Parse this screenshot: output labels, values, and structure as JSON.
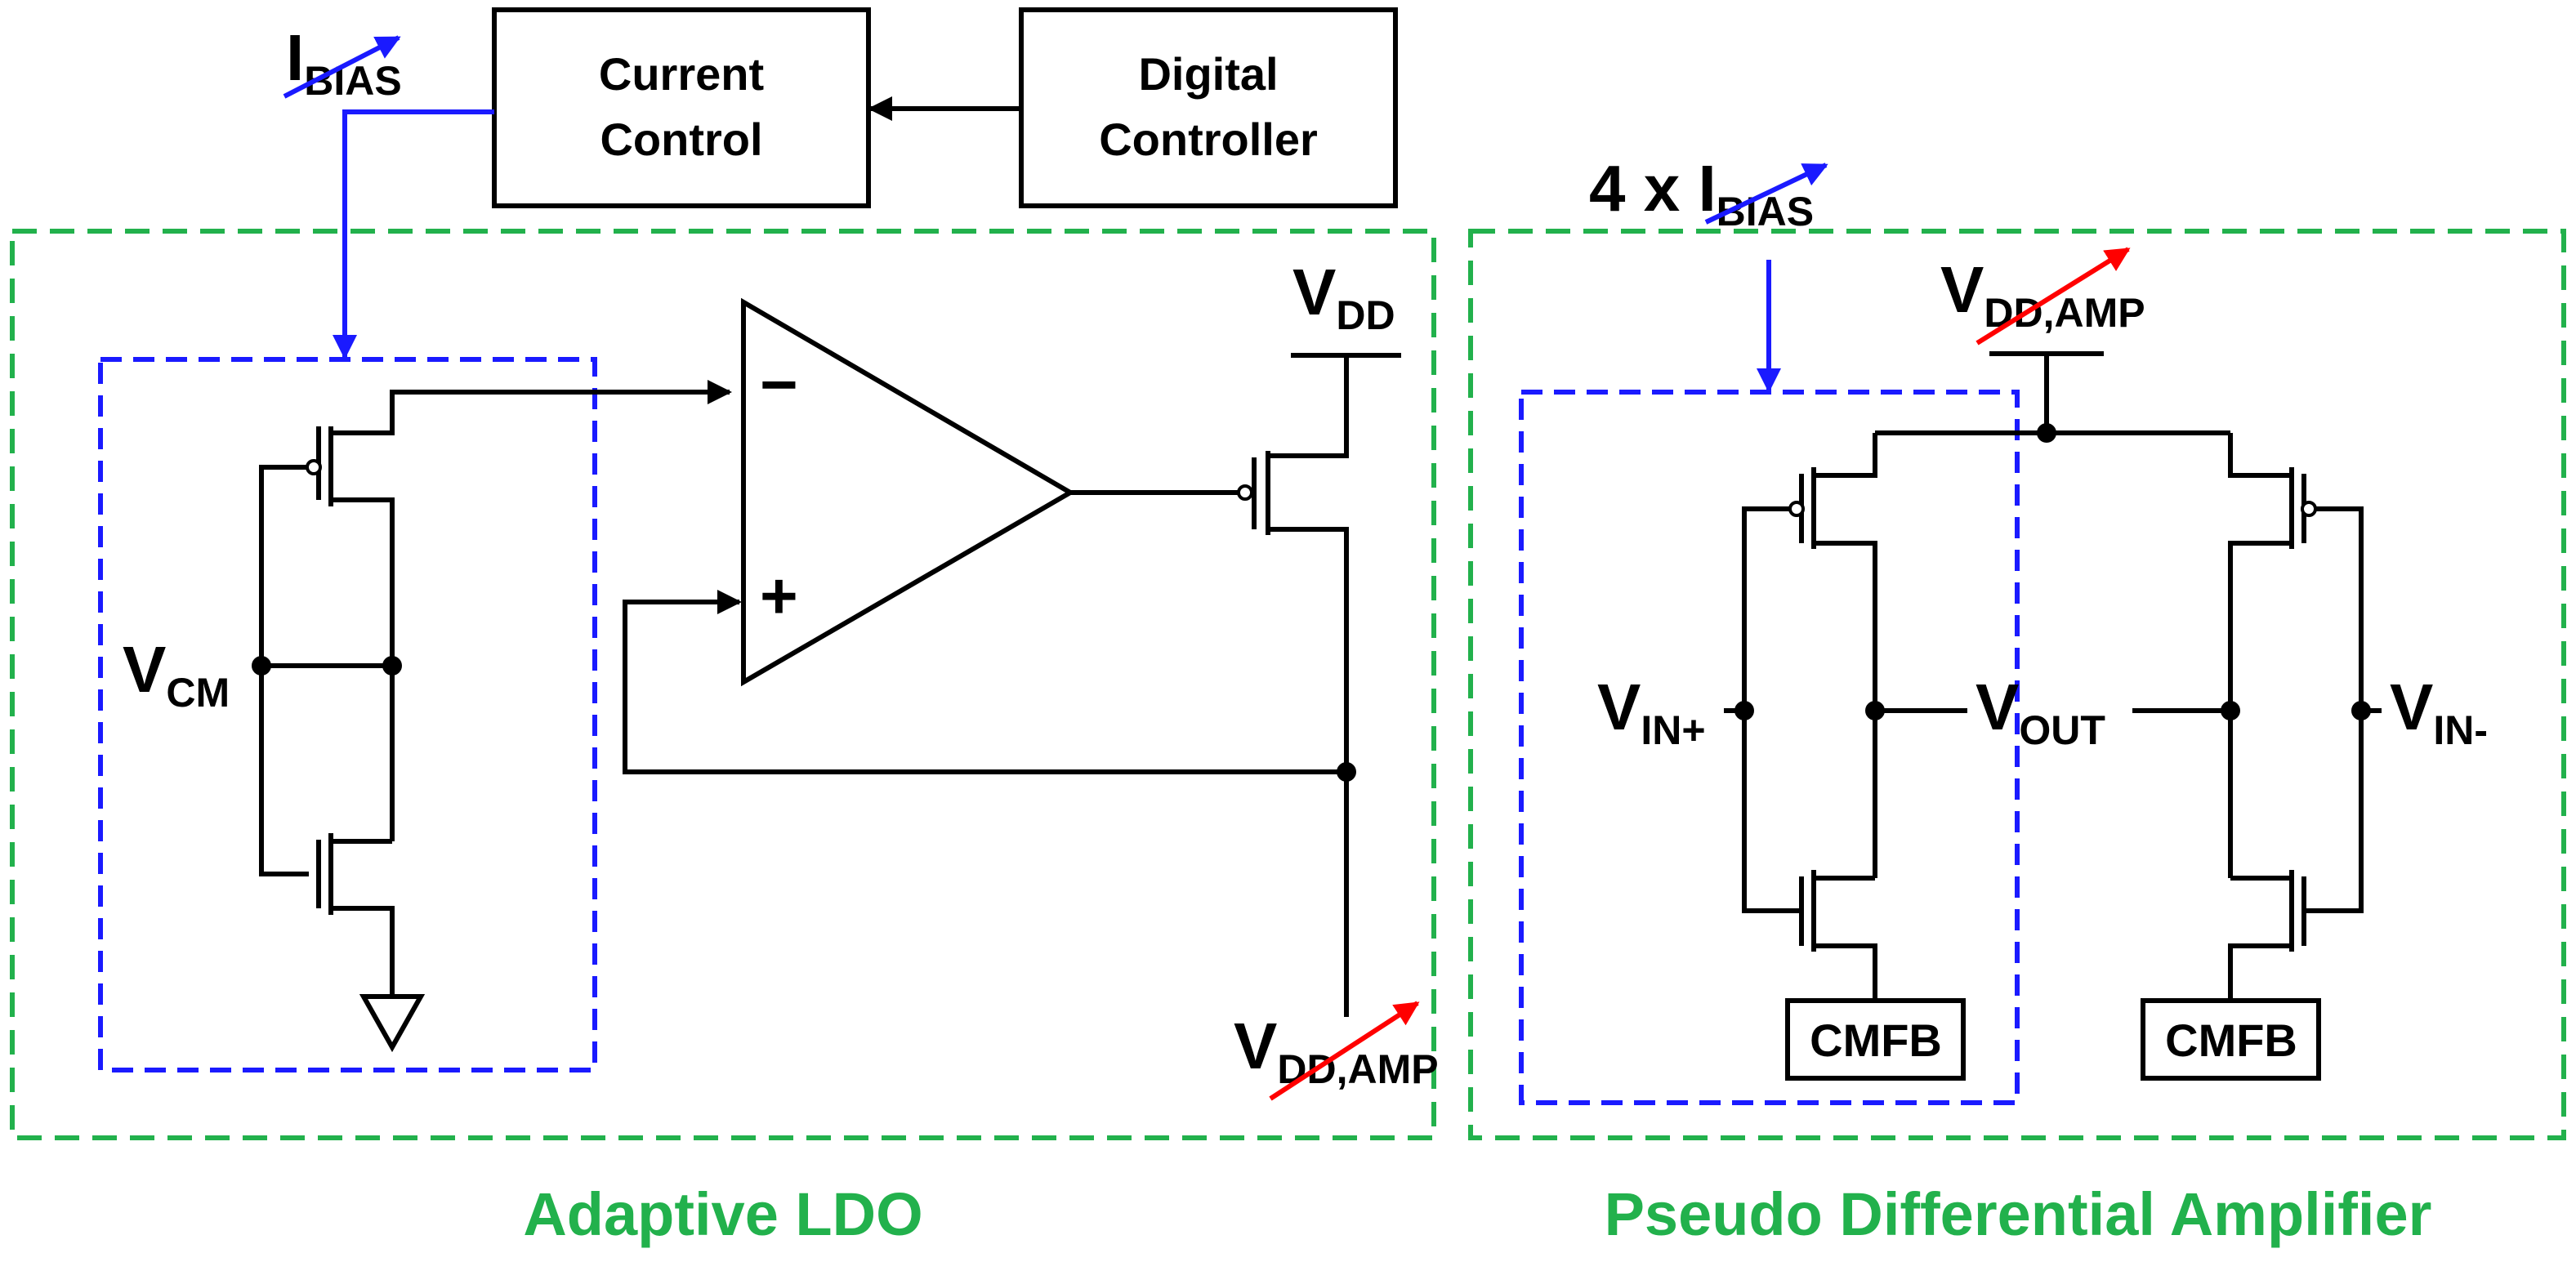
{
  "colors": {
    "wire": "#000000",
    "bias": "#1a1aff",
    "supply": "#ff0000",
    "region": "#22b14c"
  },
  "blocks": {
    "current_control": [
      "Current",
      "Control"
    ],
    "digital_controller": [
      "Digital",
      "Controller"
    ],
    "cmfb_left": "CMFB",
    "cmfb_right": "CMFB"
  },
  "labels": {
    "ibias": {
      "main": "I",
      "sub": "BIAS"
    },
    "ibias4": {
      "prefix": "4 x ",
      "main": "I",
      "sub": "BIAS"
    },
    "vdd": {
      "main": "V",
      "sub": "DD"
    },
    "vcm": {
      "main": "V",
      "sub": "CM"
    },
    "vdd_amp_ldo": {
      "main": "V",
      "sub": "DD,AMP"
    },
    "vdd_amp_top": {
      "main": "V",
      "sub": "DD,AMP"
    },
    "vin_plus": {
      "main": "V",
      "sub": "IN+"
    },
    "vout": {
      "main": "V",
      "sub": "OUT"
    },
    "vin_minus": {
      "main": "V",
      "sub": "IN-"
    },
    "opamp_minus": "−",
    "opamp_plus": "+"
  },
  "regions": {
    "ldo_title": "Adaptive LDO",
    "amp_title": "Pseudo Differential Amplifier"
  }
}
